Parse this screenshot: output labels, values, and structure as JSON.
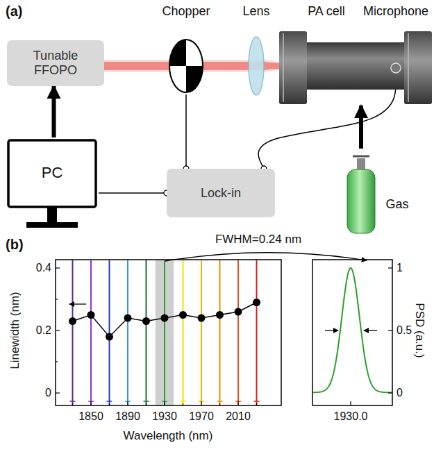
{
  "diagram": {
    "nodes": [
      {
        "text": [
          "Tunable FFOPO"
        ]
      },
      {
        "text": [
          "Chopper"
        ]
      },
      {
        "text": [
          "Lens"
        ]
      },
      {
        "text": [
          "PA cell"
        ]
      },
      {
        "text": [
          "Microphone"
        ],
        "in": 3
      },
      {
        "text": [
          "PC"
        ]
      },
      {
        "text": [
          "Lock-in"
        ]
      },
      {
        "text": [
          "Gas"
        ]
      }
    ],
    "edges": [
      {
        "from": 5,
        "to": 0,
        "arrow": "to"
      },
      {
        "from": 0,
        "to": 1,
        "arrow": "none"
      },
      {
        "from": 1,
        "to": 2,
        "arrow": "none"
      },
      {
        "from": 2,
        "to": 3,
        "arrow": "none"
      },
      {
        "from": 7,
        "to": 3,
        "arrow": "to"
      },
      {
        "from": 1,
        "to": 6,
        "arrow": "none"
      },
      {
        "from": 4,
        "to": 6,
        "arrow": "none"
      },
      {
        "from": 5,
        "to": 6,
        "arrow": "none"
      }
    ],
    "labels": [
      "(a)",
      "(b)",
      "Linewidth (nm)",
      "0.4",
      "0.2",
      "0",
      "1850",
      "1890",
      "1930",
      "1970",
      "2010",
      "Wavelength (nm)",
      "FWHM=0.24 nm",
      "PSD (a.u.)",
      "1",
      "0.5",
      "0",
      "1930.0"
    ]
  }
}
